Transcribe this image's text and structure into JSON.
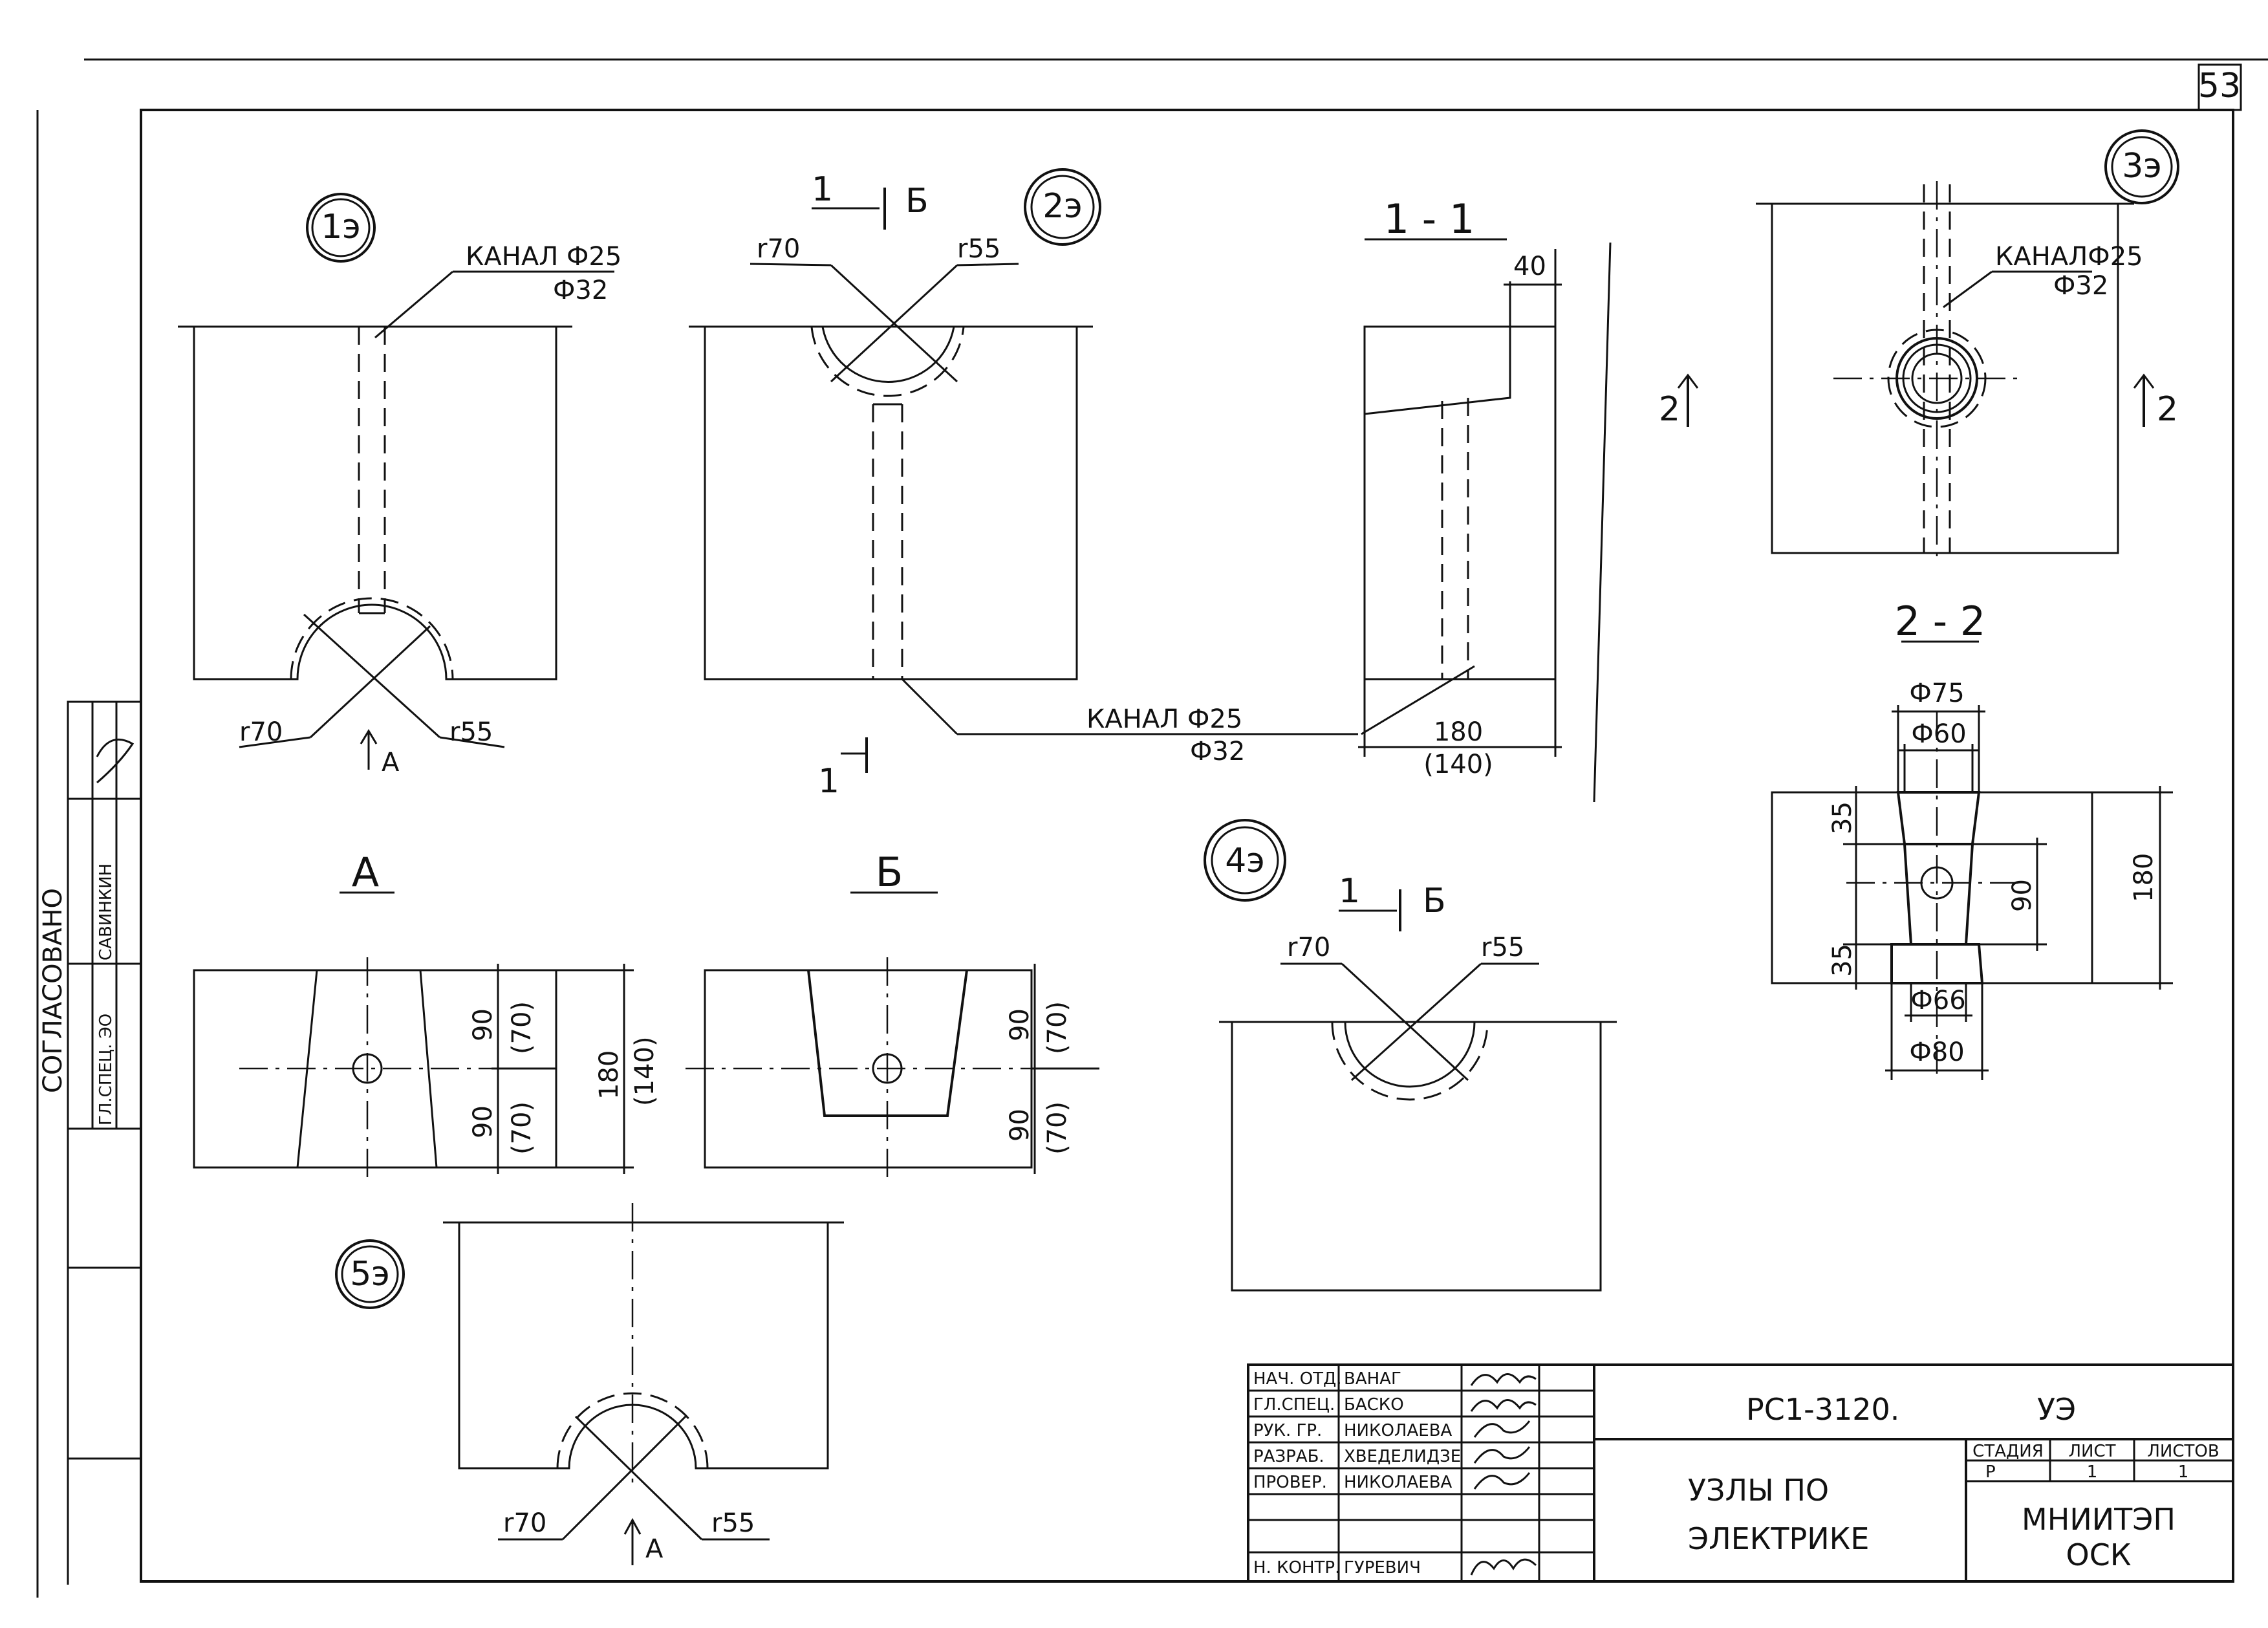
{
  "sheet": {
    "page_number": "53"
  },
  "side_stamp": {
    "heading": "СОГЛАСОВАНО",
    "role": "ГЛ.СПЕЦ. ЭО",
    "name": "САВИНКИН"
  },
  "nodes": {
    "n1": {
      "tag": "1э",
      "channel": "КАНАЛ Ф25",
      "channel2": "Ф32",
      "r_left": "r70",
      "r_right": "r55",
      "view_mark": "А"
    },
    "n2": {
      "tag": "2э",
      "section_mark_num": "1",
      "section_mark_letter": "Б",
      "r_left": "r70",
      "r_right": "r55",
      "channel": "КАНАЛ Ф25",
      "channel2": "Ф32",
      "bottom_mark": "1"
    },
    "s11": {
      "title": "1 - 1",
      "dim_top": "40",
      "dim_bottom": "180",
      "dim_bottom2": "(140)"
    },
    "n3": {
      "tag": "3э",
      "channel": "КАНАЛФ25",
      "channel2": "Ф32",
      "mark_left": "2",
      "mark_right": "2"
    },
    "s22": {
      "title": "2 - 2",
      "d75": "Ф75",
      "d60": "Ф60",
      "d66": "Ф66",
      "d80": "Ф80",
      "h35a": "35",
      "h35b": "35",
      "h90": "90",
      "h180": "180"
    },
    "viewA": {
      "title": "А",
      "d90a": "90",
      "d70a": "(70)",
      "d90b": "90",
      "d70b": "(70)",
      "d180": "180",
      "d140": "(140)"
    },
    "viewB": {
      "title": "Б",
      "d90a": "90",
      "d70a": "(70)",
      "d90b": "90",
      "d70b": "(70)"
    },
    "n4": {
      "tag": "4э",
      "section_mark_num": "1",
      "section_mark_letter": "Б",
      "r_left": "r70",
      "r_right": "r55"
    },
    "n5": {
      "tag": "5э",
      "r_left": "r70",
      "r_right": "r55",
      "view_mark": "А"
    }
  },
  "title_block": {
    "rows": [
      {
        "role": "НАЧ. ОТД.",
        "name": "ВАНАГ"
      },
      {
        "role": "ГЛ.СПЕЦ.",
        "name": "БАСКО"
      },
      {
        "role": "РУК. ГР.",
        "name": "НИКОЛАЕВА"
      },
      {
        "role": "РАЗРАБ.",
        "name": "ХВЕДЕЛИДЗЕ"
      },
      {
        "role": "ПРОВЕР.",
        "name": "НИКОЛАЕВА"
      },
      {
        "role": "",
        "name": ""
      },
      {
        "role": "Н. КОНТР.",
        "name": "ГУРЕВИЧ"
      }
    ],
    "code": "РС1-3120.",
    "section": "УЭ",
    "title_line1": "УЗЛЫ ПО",
    "title_line2": "ЭЛЕКТРИКЕ",
    "stage_label": "СТАДИЯ",
    "sheet_label": "ЛИСТ",
    "sheets_label": "ЛИСТОВ",
    "stage": "Р",
    "sheet": "1",
    "sheets": "1",
    "org_line1": "МНИИТЭП",
    "org_line2": "ОСК"
  }
}
